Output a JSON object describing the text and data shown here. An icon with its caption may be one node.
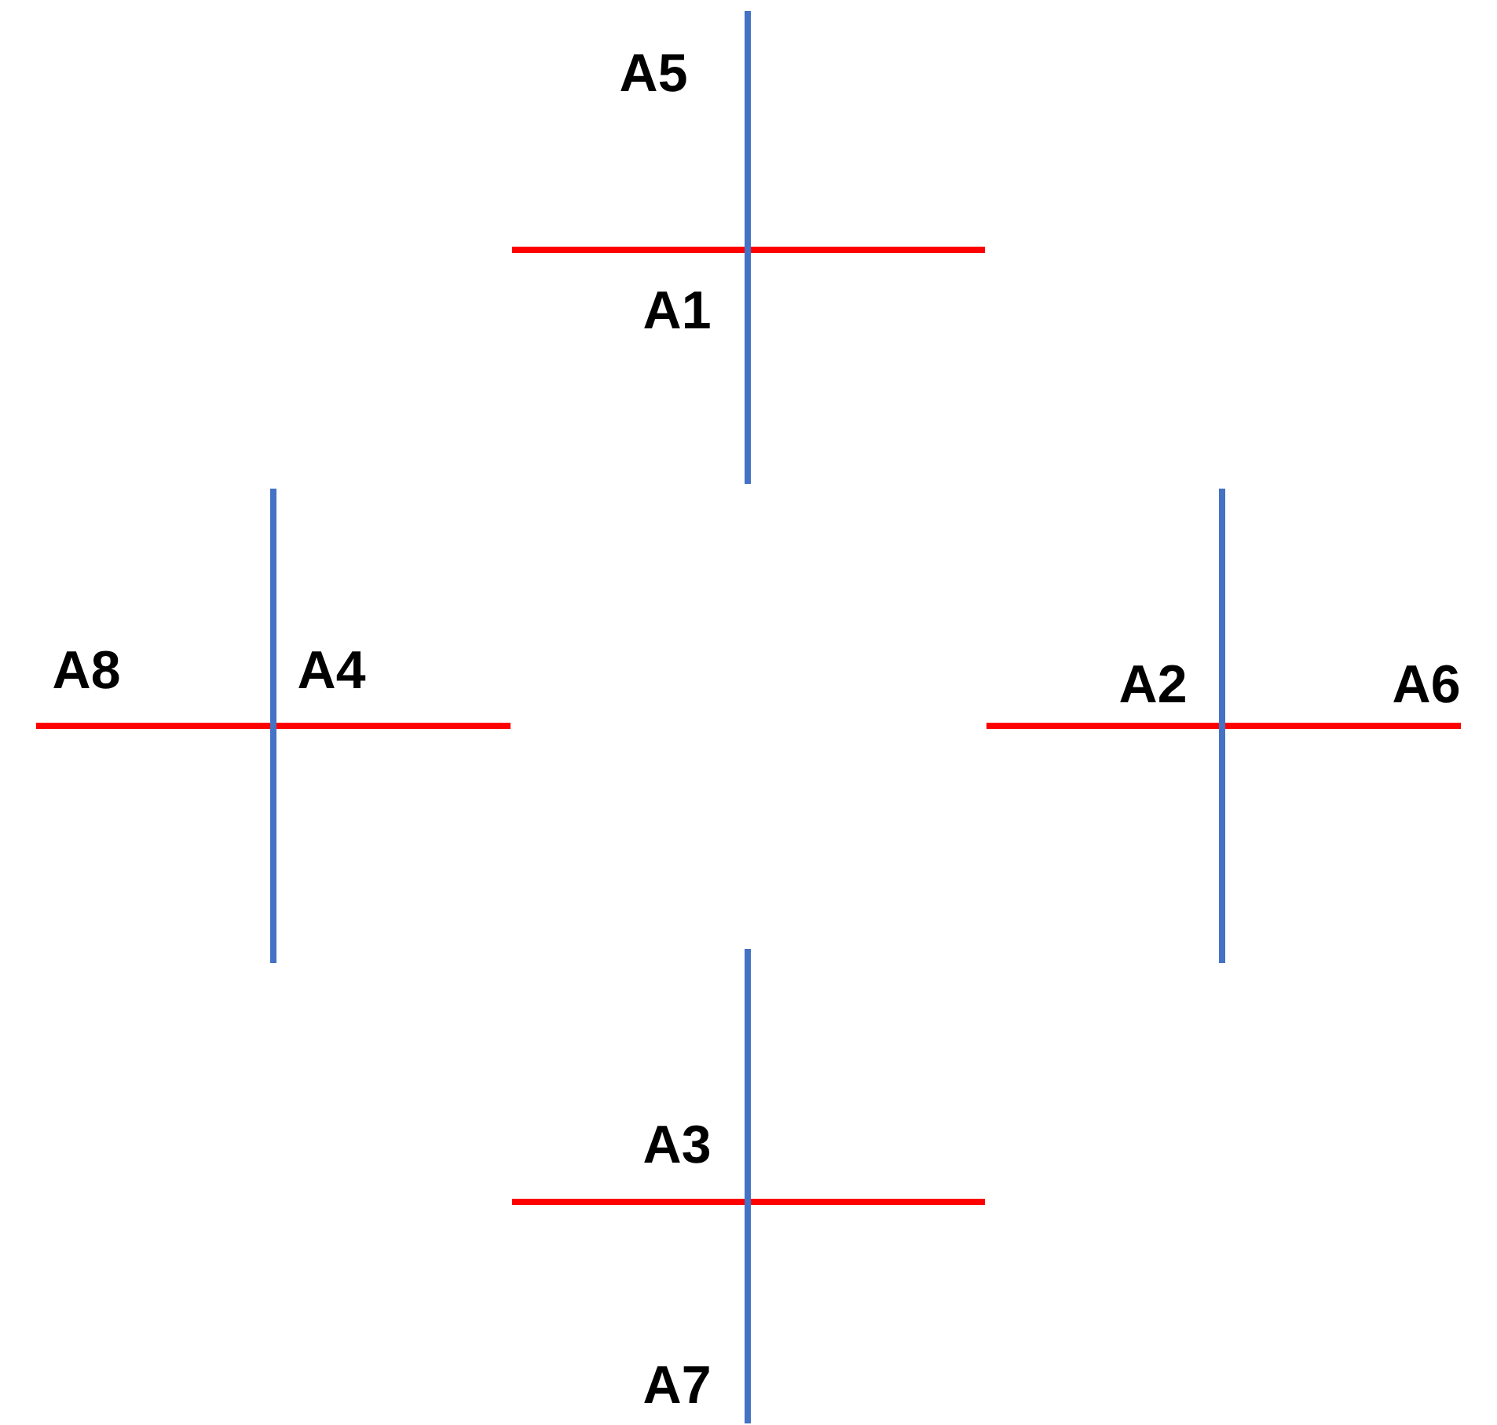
{
  "diagram": {
    "labels": [
      "A5",
      "A1",
      "A8",
      "A4",
      "A2",
      "A6",
      "A3",
      "A7"
    ]
  }
}
